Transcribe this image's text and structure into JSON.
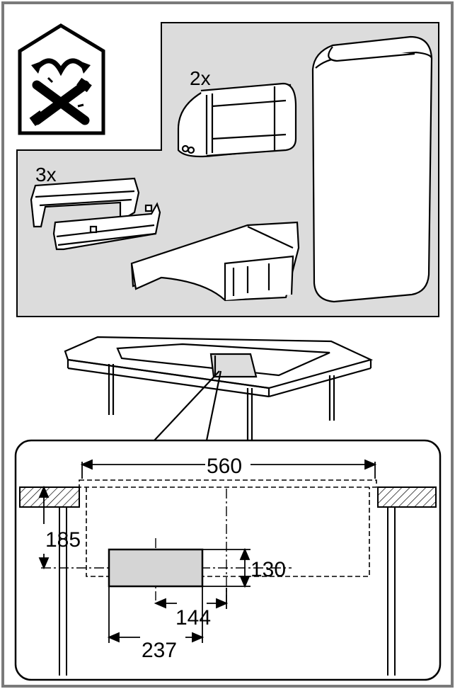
{
  "parts_panel": {
    "box_icon": "house-with-crossed-tools-icon",
    "qty_elbow": "2x",
    "qty_bracket": "3x"
  },
  "dimensions": {
    "width": "560",
    "depth": "185",
    "duct_height": "130",
    "offset": "144",
    "duct_width": "237"
  },
  "colors": {
    "panel_fill": "#dcdcdc",
    "duct_fill": "#d5d5d5",
    "stroke": "#000000",
    "frame": "#7a7a7a"
  }
}
